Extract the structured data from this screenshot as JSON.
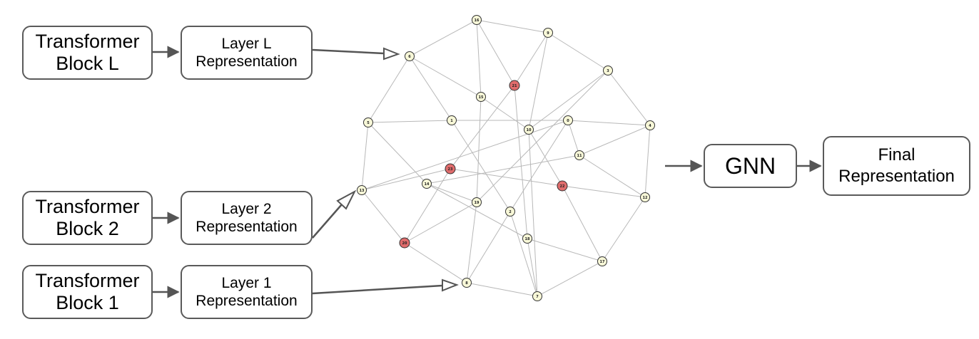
{
  "blocks": [
    {
      "id": "L",
      "line1": "Transformer",
      "line2": "Block L"
    },
    {
      "id": "2",
      "line1": "Transformer",
      "line2": "Block 2"
    },
    {
      "id": "1",
      "line1": "Transformer",
      "line2": "Block 1"
    }
  ],
  "representations": [
    {
      "id": "L",
      "line1": "Layer L",
      "line2": "Representation"
    },
    {
      "id": "2",
      "line1": "Layer 2",
      "line2": "Representation"
    },
    {
      "id": "1",
      "line1": "Layer 1",
      "line2": "Representation"
    }
  ],
  "gnn": {
    "label": "GNN"
  },
  "final": {
    "line1": "Final",
    "line2": "Representation"
  },
  "colors": {
    "node_default": "#f8f8d8",
    "node_highlight": "#e06c6c",
    "edge": "#b8b8b8",
    "box_border": "#5a5a5a",
    "arrow": "#555555"
  },
  "graph": {
    "nodes": [
      {
        "label": "16",
        "highlight": false
      },
      {
        "label": "9",
        "highlight": false
      },
      {
        "label": "6",
        "highlight": false
      },
      {
        "label": "3",
        "highlight": false
      },
      {
        "label": "21",
        "highlight": true
      },
      {
        "label": "15",
        "highlight": false
      },
      {
        "label": "1",
        "highlight": false
      },
      {
        "label": "0",
        "highlight": false
      },
      {
        "label": "5",
        "highlight": false
      },
      {
        "label": "10",
        "highlight": false
      },
      {
        "label": "4",
        "highlight": false
      },
      {
        "label": "11",
        "highlight": false
      },
      {
        "label": "23",
        "highlight": true
      },
      {
        "label": "22",
        "highlight": true
      },
      {
        "label": "14",
        "highlight": false
      },
      {
        "label": "13",
        "highlight": false
      },
      {
        "label": "12",
        "highlight": false
      },
      {
        "label": "19",
        "highlight": false
      },
      {
        "label": "2",
        "highlight": false
      },
      {
        "label": "18",
        "highlight": false
      },
      {
        "label": "20",
        "highlight": true
      },
      {
        "label": "17",
        "highlight": false
      },
      {
        "label": "8",
        "highlight": false
      },
      {
        "label": "7",
        "highlight": false
      }
    ],
    "edges": [
      [
        "16",
        "9"
      ],
      [
        "16",
        "6"
      ],
      [
        "16",
        "21"
      ],
      [
        "16",
        "15"
      ],
      [
        "9",
        "3"
      ],
      [
        "9",
        "21"
      ],
      [
        "9",
        "10"
      ],
      [
        "6",
        "5"
      ],
      [
        "6",
        "15"
      ],
      [
        "6",
        "1"
      ],
      [
        "3",
        "4"
      ],
      [
        "3",
        "10"
      ],
      [
        "3",
        "19"
      ],
      [
        "21",
        "23"
      ],
      [
        "21",
        "18"
      ],
      [
        "15",
        "10"
      ],
      [
        "15",
        "19"
      ],
      [
        "1",
        "0"
      ],
      [
        "1",
        "2"
      ],
      [
        "5",
        "1"
      ],
      [
        "5",
        "13"
      ],
      [
        "5",
        "14"
      ],
      [
        "0",
        "4"
      ],
      [
        "0",
        "11"
      ],
      [
        "0",
        "2"
      ],
      [
        "10",
        "22"
      ],
      [
        "10",
        "7"
      ],
      [
        "4",
        "11"
      ],
      [
        "4",
        "12"
      ],
      [
        "11",
        "14"
      ],
      [
        "11",
        "12"
      ],
      [
        "23",
        "13"
      ],
      [
        "23",
        "22"
      ],
      [
        "23",
        "20"
      ],
      [
        "14",
        "19"
      ],
      [
        "14",
        "18"
      ],
      [
        "13",
        "20"
      ],
      [
        "13",
        "0"
      ],
      [
        "22",
        "12"
      ],
      [
        "22",
        "17"
      ],
      [
        "12",
        "17"
      ],
      [
        "19",
        "8"
      ],
      [
        "19",
        "20"
      ],
      [
        "2",
        "8"
      ],
      [
        "2",
        "7"
      ],
      [
        "18",
        "17"
      ],
      [
        "18",
        "7"
      ],
      [
        "20",
        "8"
      ],
      [
        "17",
        "7"
      ],
      [
        "8",
        "7"
      ]
    ]
  }
}
